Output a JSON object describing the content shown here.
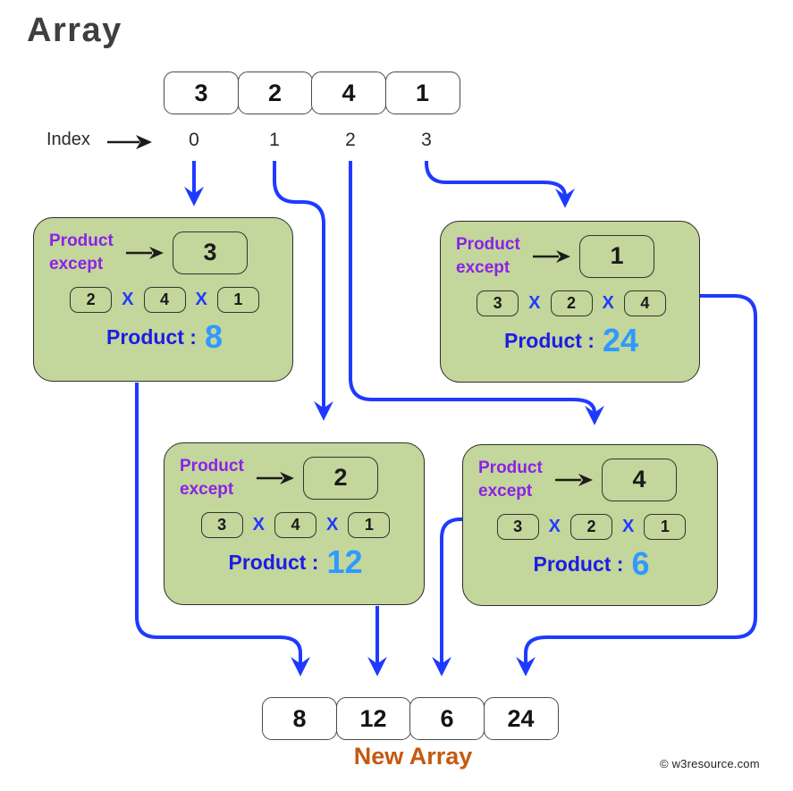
{
  "title": "Array",
  "source_array": {
    "index_label": "Index",
    "values": [
      "3",
      "2",
      "4",
      "1"
    ],
    "indices": [
      "0",
      "1",
      "2",
      "3"
    ]
  },
  "labels": {
    "product_except_line1": "Product",
    "product_except_line2": "except",
    "multiply": "X",
    "product": "Product :"
  },
  "product_boxes": [
    {
      "except_value": "3",
      "factors": [
        "2",
        "4",
        "1"
      ],
      "result": "8"
    },
    {
      "except_value": "1",
      "factors": [
        "3",
        "2",
        "4"
      ],
      "result": "24"
    },
    {
      "except_value": "2",
      "factors": [
        "3",
        "4",
        "1"
      ],
      "result": "12"
    },
    {
      "except_value": "4",
      "factors": [
        "3",
        "2",
        "1"
      ],
      "result": "6"
    }
  ],
  "new_array": {
    "values": [
      "8",
      "12",
      "6",
      "24"
    ],
    "label": "New Array"
  },
  "watermark": "© w3resource.com",
  "colors": {
    "box_fill": "#c3d69b",
    "box_border": "#2d2d2d",
    "purple_label": "#8c21e8",
    "connector_blue": "#1f3aff",
    "product_label_blue": "#1c1ce6",
    "result_blue": "#2e9aff",
    "new_array_orange": "#c45911",
    "title_gray": "#3f3f3f"
  }
}
